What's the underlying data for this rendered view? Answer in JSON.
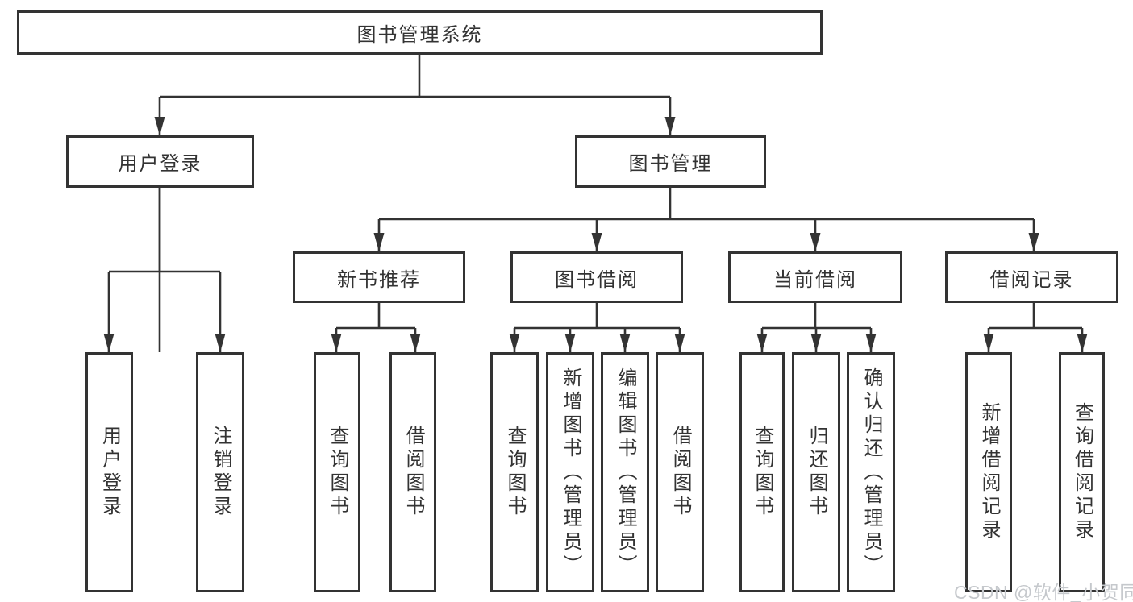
{
  "diagram": {
    "root": {
      "label": "图书管理系统"
    },
    "branches": [
      {
        "label": "用户登录",
        "children": [
          {
            "label": "用户登录"
          },
          {
            "label": "注销登录"
          }
        ]
      },
      {
        "label": "图书管理",
        "children": [
          {
            "label": "新书推荐",
            "children": [
              {
                "label": "查询图书"
              },
              {
                "label": "借阅图书"
              }
            ]
          },
          {
            "label": "图书借阅",
            "children": [
              {
                "label": "查询图书"
              },
              {
                "label": "新增图书（管理员）"
              },
              {
                "label": "编辑图书（管理员）"
              },
              {
                "label": "借阅图书"
              }
            ]
          },
          {
            "label": "当前借阅",
            "children": [
              {
                "label": "查询图书"
              },
              {
                "label": "归还图书"
              },
              {
                "label": "确认归还（管理员）"
              }
            ]
          },
          {
            "label": "借阅记录",
            "children": [
              {
                "label": "新增借阅记录"
              },
              {
                "label": "查询借阅记录"
              }
            ]
          }
        ]
      }
    ]
  },
  "watermark": {
    "text": "CSDN @软件_小贺同学"
  },
  "colors": {
    "line": "#333333",
    "box_border": "#333333",
    "box_fill": "#ffffff",
    "text": "#333333",
    "watermark": "#c5c8cc",
    "background": "#ffffff"
  }
}
